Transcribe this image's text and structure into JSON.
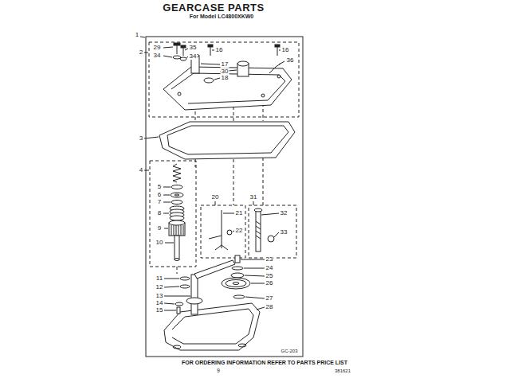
{
  "diagram": {
    "title": "GEARCASE PARTS",
    "caption": "FOR ORDERING INFORMATION REFER TO PARTS PRICE LIST",
    "labels": [
      "For Model LC4800XKW0",
      "1",
      "2",
      "29",
      "34",
      "35",
      "34",
      "16",
      "16",
      "36",
      "17",
      "30",
      "18",
      "3",
      "4",
      "5",
      "6",
      "7",
      "8",
      "9",
      "10",
      "20",
      "21",
      "22",
      "31",
      "32",
      "33",
      "11",
      "12",
      "13",
      "14",
      "15",
      "23",
      "24",
      "25",
      "26",
      "27",
      "28",
      "GC-203",
      "9",
      "381621"
    ]
  }
}
